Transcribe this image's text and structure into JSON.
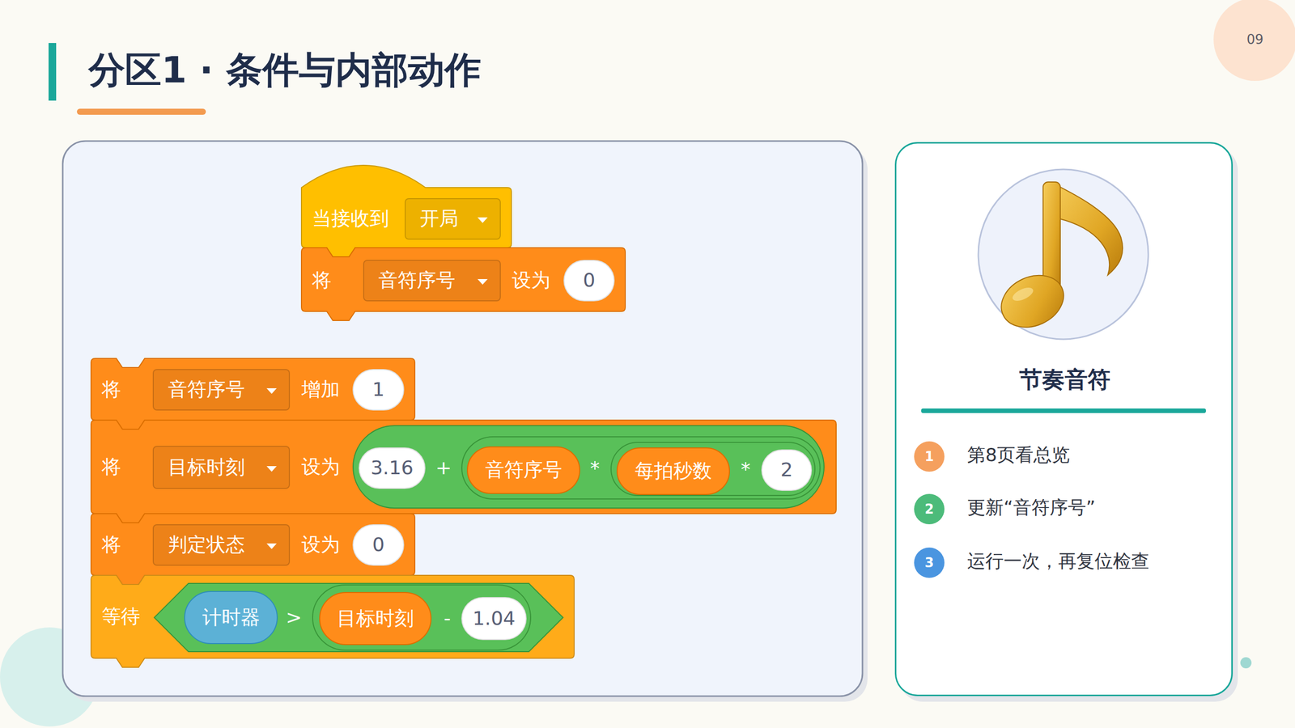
{
  "diagram": {
    "title": "分区1 · 条件与内部动作",
    "nodes": [
      {
        "text": [
          "09"
        ]
      },
      {
        "text": [
          "当接收到"
        ]
      },
      {
        "text": [
          "开局"
        ],
        "in": 1
      },
      {
        "text": [
          "将",
          "设为"
        ]
      },
      {
        "text": [
          "音符序号"
        ],
        "in": 3
      },
      {
        "text": [
          "0"
        ],
        "in": 3
      },
      {
        "text": [
          "将",
          "增加"
        ]
      },
      {
        "text": [
          "音符序号"
        ],
        "in": 6
      },
      {
        "text": [
          "1"
        ],
        "in": 6
      },
      {
        "text": [
          "将",
          "设为"
        ]
      },
      {
        "text": [
          "目标时刻"
        ],
        "in": 9
      },
      {
        "text": [
          "+"
        ],
        "in": 9
      },
      {
        "text": [
          "3.16"
        ],
        "in": 11
      },
      {
        "text": [
          "*"
        ],
        "in": 11
      },
      {
        "text": [
          "音符序号"
        ],
        "in": 13
      },
      {
        "text": [
          "*"
        ],
        "in": 13
      },
      {
        "text": [
          "每拍秒数"
        ],
        "in": 15
      },
      {
        "text": [
          "2"
        ],
        "in": 15
      },
      {
        "text": [
          "将",
          "设为"
        ]
      },
      {
        "text": [
          "判定状态"
        ],
        "in": 18
      },
      {
        "text": [
          "0"
        ],
        "in": 18
      },
      {
        "text": [
          "等待"
        ]
      },
      {
        "text": [
          ">"
        ],
        "in": 21
      },
      {
        "text": [
          "计时器"
        ],
        "in": 22
      },
      {
        "text": [
          "-"
        ],
        "in": 22
      },
      {
        "text": [
          "目标时刻"
        ],
        "in": 24
      },
      {
        "text": [
          "1.04"
        ],
        "in": 24
      },
      {
        "text": [
          "节奏音符"
        ]
      },
      {
        "text": [
          "1"
        ],
        "in": 27
      },
      {
        "text": [
          "2"
        ],
        "in": 27
      },
      {
        "text": [
          "3"
        ],
        "in": 27
      }
    ],
    "labels": [
      "第8页看总览",
      "更新“音符序号”",
      "运行一次，再复位检查"
    ]
  }
}
